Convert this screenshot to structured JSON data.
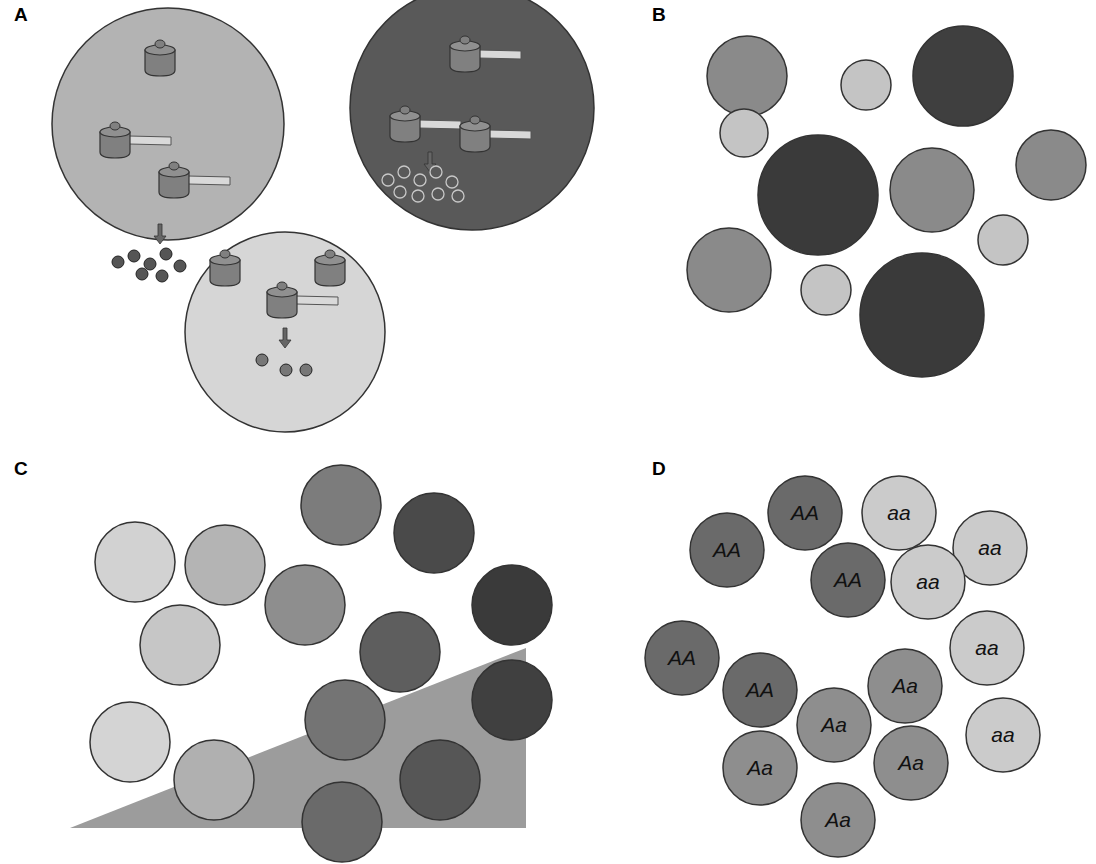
{
  "diagram": {
    "nodes": [
      {
        "text": [
          "AA"
        ]
      },
      {
        "text": [
          "aa"
        ]
      },
      {
        "text": [
          "AA"
        ]
      },
      {
        "text": [
          "aa"
        ]
      },
      {
        "text": [
          "AA"
        ]
      },
      {
        "text": [
          "aa"
        ]
      },
      {
        "text": [
          "aa"
        ]
      },
      {
        "text": [
          "AA"
        ]
      },
      {
        "text": [
          "AA"
        ]
      },
      {
        "text": [
          "Aa"
        ]
      },
      {
        "text": [
          "Aa"
        ]
      },
      {
        "text": [
          "aa"
        ]
      },
      {
        "text": [
          "Aa"
        ]
      },
      {
        "text": [
          "Aa"
        ]
      },
      {
        "text": [
          "Aa"
        ]
      }
    ],
    "labels": [
      "A",
      "B",
      "C",
      "D"
    ]
  }
}
